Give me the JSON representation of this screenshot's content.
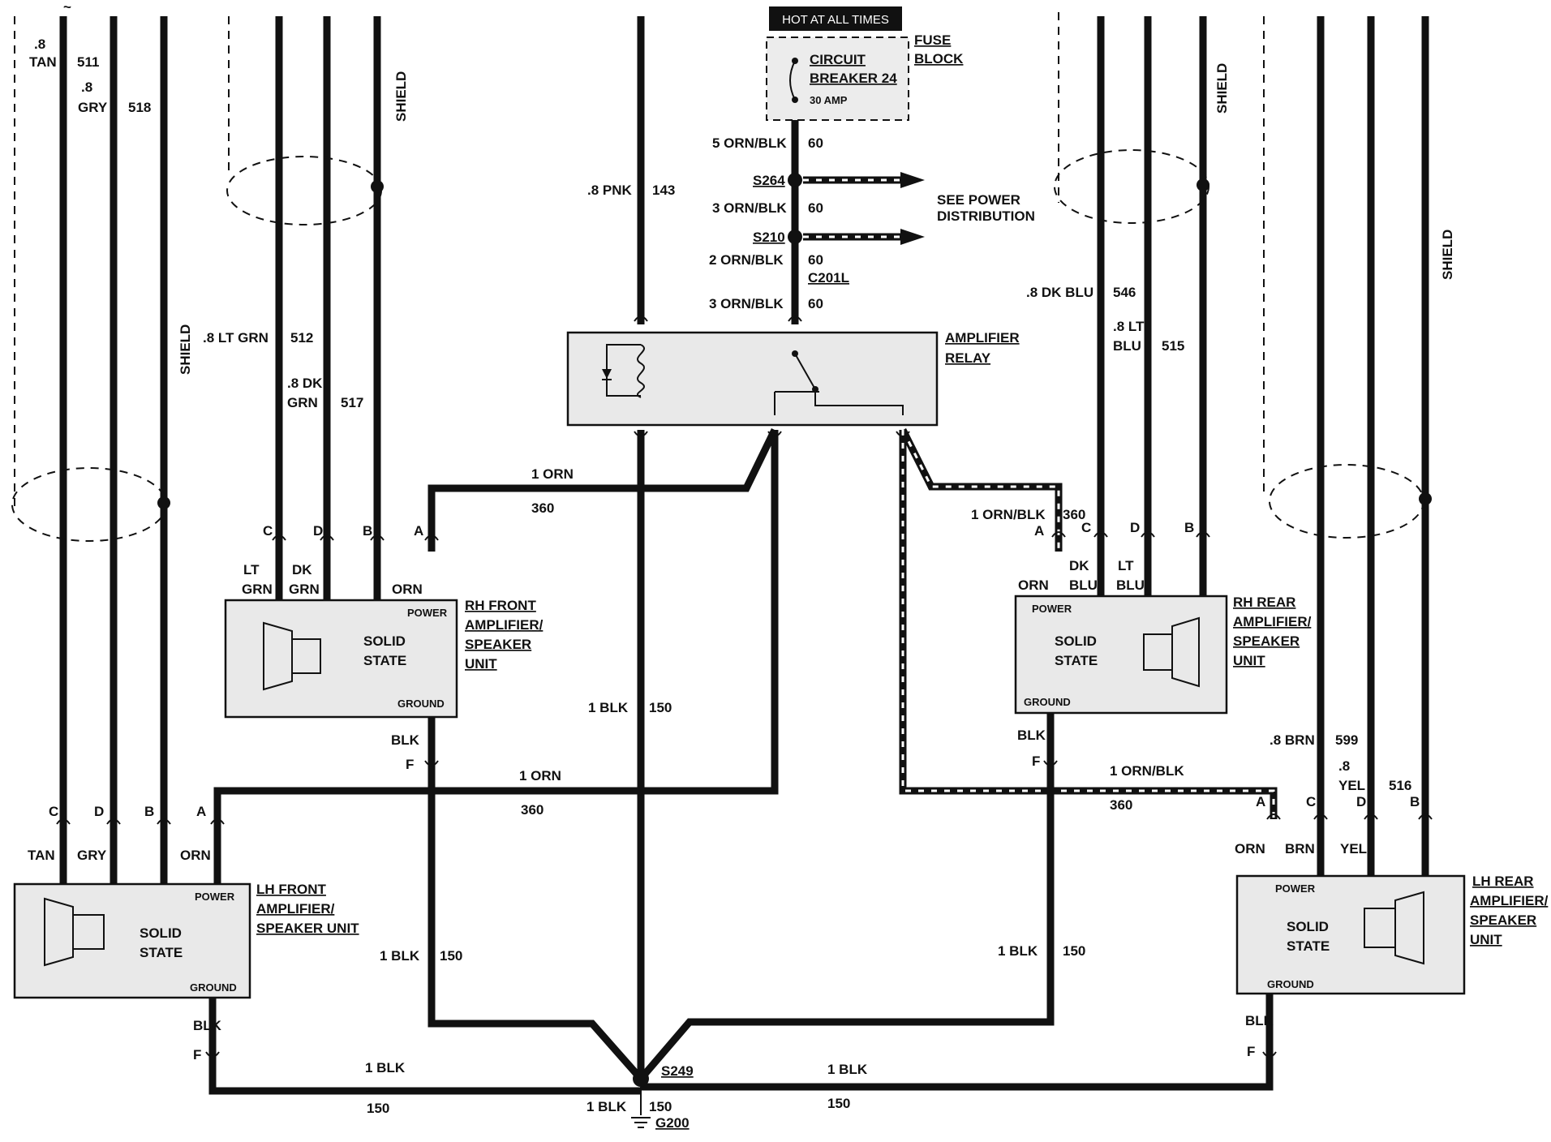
{
  "colors": {
    "ink": "#111111",
    "paper": "#ffffff",
    "box_fill": "#e9e9e9"
  },
  "header": {
    "hot": "HOT AT ALL TIMES"
  },
  "fuse_block": {
    "label1": "FUSE",
    "label2": "BLOCK",
    "cb_line1": "CIRCUIT",
    "cb_line2": "BREAKER 24",
    "cb_rating": "30 AMP"
  },
  "power_feed": {
    "w5": "5 ORN/BLK",
    "w3a": "3 ORN/BLK",
    "w2": "2 ORN/BLK",
    "w3b": "3 ORN/BLK",
    "circuit": "60",
    "s264": "S264",
    "s210": "S210",
    "c201l": "C201L",
    "see1": "SEE POWER",
    "see2": "DISTRIBUTION"
  },
  "relay": {
    "name1": "AMPLIFIER",
    "name2": "RELAY"
  },
  "pnk": {
    "gauge": ".8 PNK",
    "circuit": "143"
  },
  "shield": "SHIELD",
  "lh_front_wires": {
    "tan_g": ".8",
    "tan_c": "TAN",
    "c511": "511",
    "gry_g": ".8",
    "gry_c": "GRY",
    "c518": "518"
  },
  "rh_front_wires": {
    "ltgrn": ".8 LT GRN",
    "c512": "512",
    "dkgrn1": ".8 DK",
    "dkgrn2": "GRN",
    "c517": "517"
  },
  "rh_rear_wires": {
    "dkblu": ".8 DK BLU",
    "c546": "546",
    "ltblu1": ".8 LT",
    "ltblu2": "BLU",
    "c515": "515"
  },
  "lh_rear_wires": {
    "brn": ".8 BRN",
    "c599": "599",
    "yel1": ".8",
    "yel2": "YEL",
    "c516": "516"
  },
  "pins": {
    "a": "A",
    "b": "B",
    "c": "C",
    "d": "D",
    "f": "F"
  },
  "units": {
    "rh_front": {
      "n1": "RH FRONT",
      "n2": "AMPLIFIER/",
      "n3": "SPEAKER",
      "n4": "UNIT",
      "lbl_c1": "LT",
      "lbl_c2": "GRN",
      "lbl_d1": "DK",
      "lbl_d2": "GRN",
      "lbl_a": "ORN"
    },
    "rh_rear": {
      "n1": "RH REAR",
      "n2": "AMPLIFIER/",
      "n3": "SPEAKER",
      "n4": "UNIT",
      "lbl_a": "ORN",
      "lbl_c1": "DK",
      "lbl_c2": "BLU",
      "lbl_d1": "LT",
      "lbl_d2": "BLU"
    },
    "lh_front": {
      "n1": "LH FRONT",
      "n2": "AMPLIFIER/",
      "n3": "SPEAKER UNIT",
      "lbl_c": "TAN",
      "lbl_d": "GRY",
      "lbl_a": "ORN"
    },
    "lh_rear": {
      "n1": "LH REAR",
      "n2": "AMPLIFIER/",
      "n3": "SPEAKER",
      "n4": "UNIT",
      "lbl_a": "ORN",
      "lbl_c": "BRN",
      "lbl_d": "YEL"
    },
    "power": "POWER",
    "solid": "SOLID",
    "state": "STATE",
    "ground": "GROUND",
    "blk": "BLK"
  },
  "amp_feed": {
    "orn": "1 ORN",
    "c360": "360",
    "ornblk": "1 ORN/BLK"
  },
  "grounds": {
    "blk1": "1 BLK",
    "c150": "150",
    "s249": "S249",
    "g200": "G200"
  }
}
